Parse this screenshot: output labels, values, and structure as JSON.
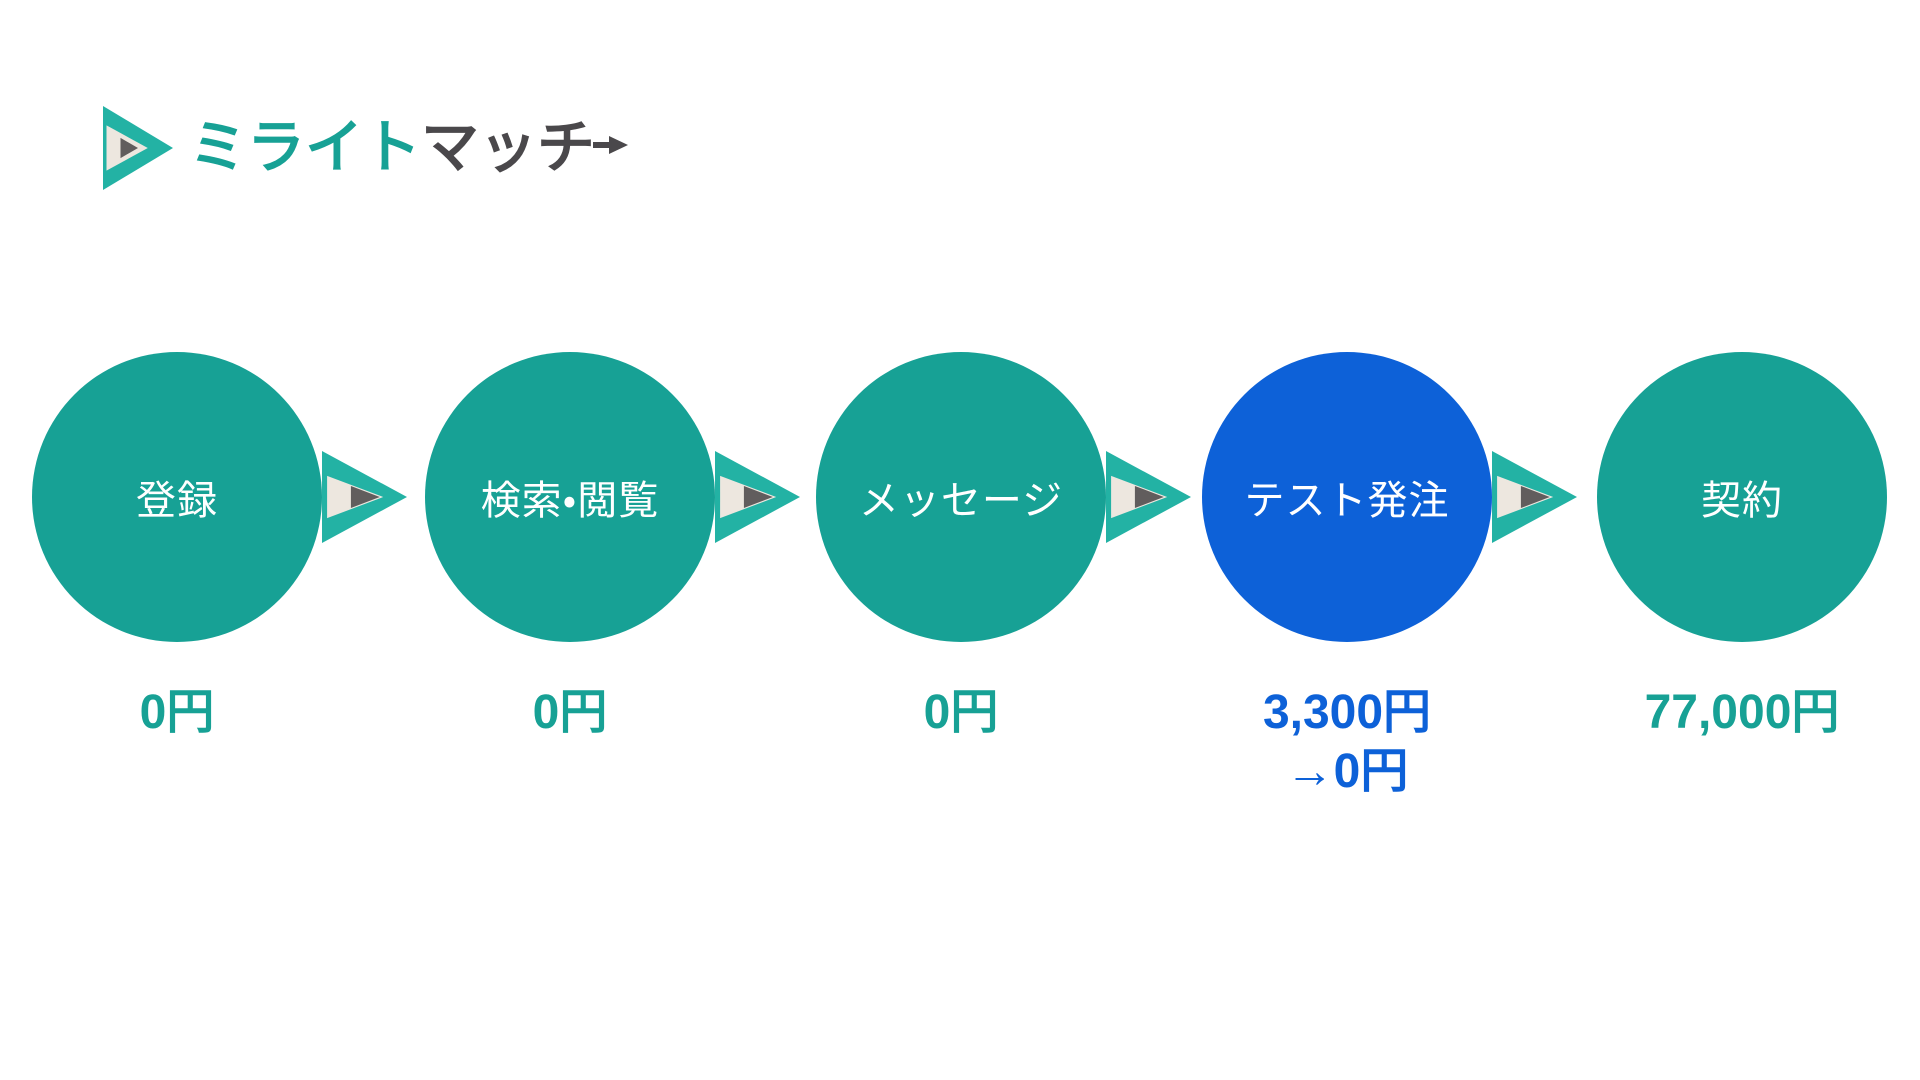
{
  "colors": {
    "page-bg": "#FFFFFF",
    "brand-teal": "#17A195",
    "arrow-teal": "#23B2A4",
    "accent-blue": "#0D61D8",
    "cream": "#EDE7DF",
    "tri-gray": "#615D5D",
    "logo-gray": "#4A484B"
  },
  "icons": {
    "logo_mark": "play-arrow-right",
    "flow_connector": "play-arrow-right",
    "logo_tail": "arrow-right"
  },
  "logo": {
    "text_primary": "ミライト",
    "text_secondary": "マッチ"
  },
  "flow": {
    "steps": [
      {
        "label": "登録",
        "price_line1": "0円",
        "circle_color": "#17A195",
        "price_color": "#17A195"
      },
      {
        "label": "検索・閲覧",
        "price_line1": "0円",
        "circle_color": "#17A195",
        "price_color": "#17A195"
      },
      {
        "label": "メッセージ",
        "price_line1": "0円",
        "circle_color": "#17A195",
        "price_color": "#17A195"
      },
      {
        "label": "テスト発注",
        "price_line1": "3,300円",
        "price_line2": "→0円",
        "circle_color": "#0D61D8",
        "price_color": "#0D61D8"
      },
      {
        "label": "契約",
        "price_line1": "77,000円",
        "circle_color": "#17A195",
        "price_color": "#17A195"
      }
    ]
  }
}
